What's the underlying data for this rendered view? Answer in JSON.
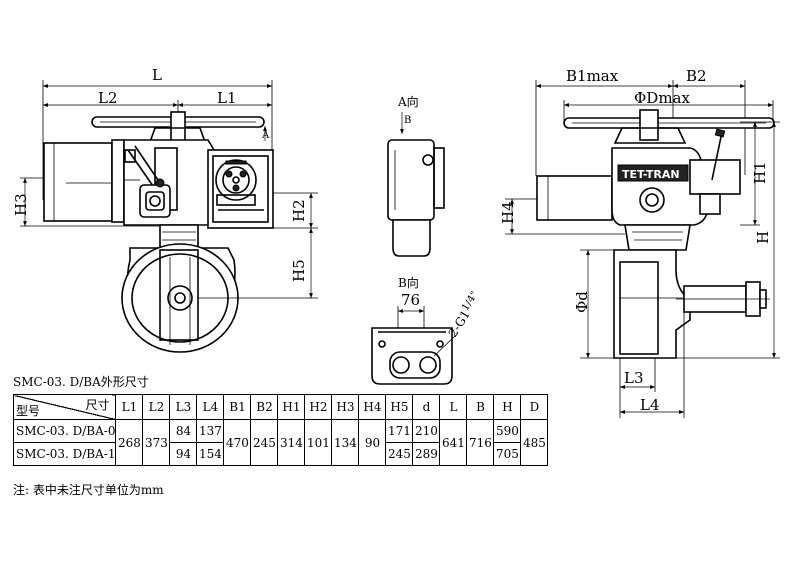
{
  "front_view": {
    "labels": {
      "L": "L",
      "L2": "L2",
      "L1": "L1",
      "H3": "H3",
      "H2": "H2",
      "H5": "H5",
      "A": "A"
    }
  },
  "direction_views": {
    "a_title": "A向",
    "b_arrow": "B",
    "b_title": "B向",
    "dim_76": "76",
    "thread_label": "2-G1",
    "thread_frac": "1/4\""
  },
  "side_view": {
    "labels": {
      "B1max": "B1max",
      "B2": "B2",
      "Dmax": "ΦDmax",
      "H1": "H1",
      "H": "H",
      "H4": "H4",
      "d": "Φd",
      "L3": "L3",
      "L4": "L4"
    },
    "brand": "TET-TRAN"
  },
  "table": {
    "caption": "SMC-03. D/BA外形尺寸",
    "corner_top": "尺寸",
    "corner_bottom": "型号",
    "headers": [
      "L1",
      "L2",
      "L3",
      "L4",
      "B1",
      "B2",
      "H1",
      "H2",
      "H3",
      "H4",
      "H5",
      "d",
      "L",
      "B",
      "H",
      "D"
    ],
    "rows": [
      {
        "model": "SMC-03. D/BA-0",
        "L3": "84",
        "L4": "137",
        "H5": "171",
        "d": "210",
        "H": "590"
      },
      {
        "model": "SMC-03. D/BA-1",
        "L3": "94",
        "L4": "154",
        "H5": "245",
        "d": "289",
        "H": "705"
      }
    ],
    "shared": {
      "L1": "268",
      "L2": "373",
      "B1": "470",
      "B2": "245",
      "H1": "314",
      "H2": "101",
      "H3": "134",
      "H4": "90",
      "L": "641",
      "B": "716",
      "D": "485"
    }
  },
  "note": "注: 表中未注尺寸单位为mm"
}
